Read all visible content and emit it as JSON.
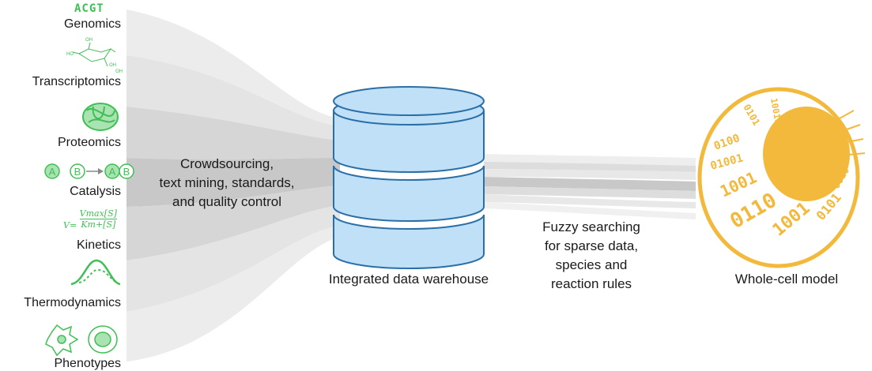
{
  "sources": [
    {
      "label": "Genomics"
    },
    {
      "label": "Transcriptomics"
    },
    {
      "label": "Proteomics"
    },
    {
      "label": "Catalysis"
    },
    {
      "label": "Kinetics"
    },
    {
      "label": "Thermodynamics"
    },
    {
      "label": "Phenotypes"
    }
  ],
  "genomics_sequence": "ACGT",
  "catalysis_reactants": [
    "A",
    "B"
  ],
  "kinetics_formula": {
    "lhs": "V=",
    "numerator": "Vmax[S]",
    "denominator": "Km+[S]"
  },
  "center_note": [
    "Crowdsourcing,",
    "text mining, standards,",
    "and quality control"
  ],
  "warehouse_label": "Integrated data warehouse",
  "fuzzy_note": [
    "Fuzzy searching",
    "for sparse data,",
    "species and",
    "reaction rules"
  ],
  "model_label": "Whole-cell model",
  "colors": {
    "icon_green": "#3fbf55",
    "database_fill": "#bfe0f7",
    "database_stroke": "#2a6fa8",
    "cell_yellow": "#f2b93c",
    "stream_grey": "#dadada"
  }
}
